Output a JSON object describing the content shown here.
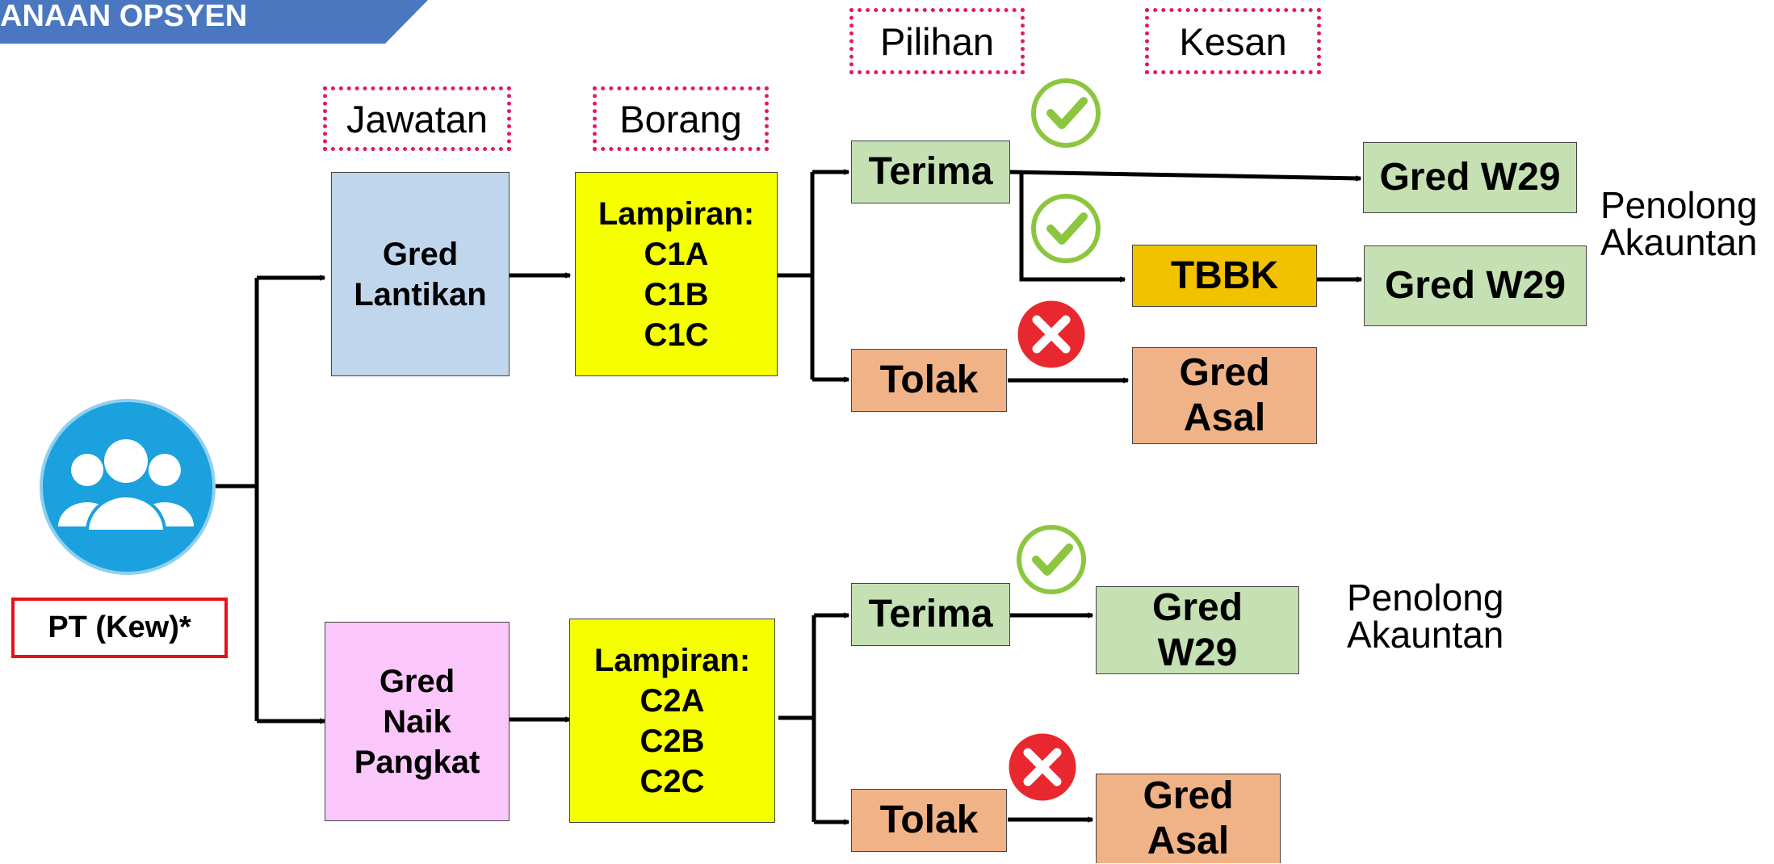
{
  "banner": {
    "text": "ANAAN OPSYEN"
  },
  "headers": {
    "jawatan": "Jawatan",
    "borang": "Borang",
    "pilihan": "Pilihan",
    "kesan": "Kesan"
  },
  "actor": {
    "label": "PT (Kew)*",
    "icon": "group-icon",
    "color": "#1ba1de"
  },
  "top": {
    "post": "Gred\nLantikan",
    "form": "Lampiran:\nC1A\nC1B\nC1C",
    "accept": "Terima",
    "reject": "Tolak",
    "result_accept": "Gred W29",
    "course": "TBBK",
    "result_course": "Gred W29",
    "result_reject": "Gred\nAsal",
    "note": "Penolong\nAkauntan"
  },
  "bottom": {
    "post": "Gred\nNaik\nPangkat",
    "form": "Lampiran:\nC2A\nC2B\nC2C",
    "accept": "Terima",
    "reject": "Tolak",
    "result_accept": "Gred\nW29",
    "result_reject": "Gred\nAsal",
    "note": "Penolong\nAkauntan"
  },
  "colors": {
    "check": "#8cc63f",
    "cross": "#e8282e",
    "dotted_border": "#e3176c",
    "banner": "#4a77bf"
  }
}
